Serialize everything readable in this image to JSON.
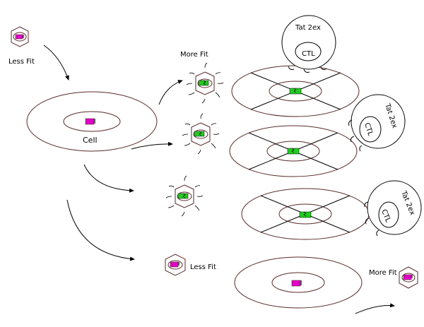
{
  "labels": {
    "less_fit_top": "Less Fit",
    "more_fit": "More Fit",
    "cell": "Cell",
    "less_fit_bottom": "Less Fit",
    "more_fit_bottom": "More Fit",
    "ctl_top_tat": "Tat 2ex",
    "ctl_top_ctl": "CTL",
    "ctl_mid_tat": "Tat 2ex",
    "ctl_mid_ctl": "CTL",
    "ctl_low_tat": "Tat 2ex",
    "ctl_low_ctl": "CTL"
  },
  "colors": {
    "stroke": "#5a2a2a",
    "magenta_genome": "#e000c8",
    "green_genome": "#22cc22"
  }
}
